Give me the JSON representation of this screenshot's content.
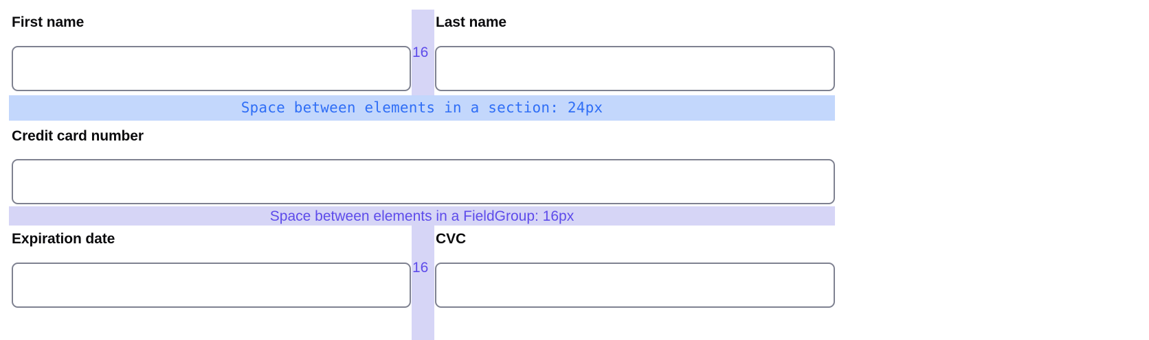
{
  "form": {
    "rows": [
      {
        "id": "name-row",
        "fields": [
          {
            "id": "first-name",
            "label": "First name",
            "value": "",
            "placeholder": ""
          },
          {
            "id": "last-name",
            "label": "Last name",
            "value": "",
            "placeholder": ""
          }
        ],
        "column_gap_label": "16"
      },
      {
        "id": "card-row",
        "fields": [
          {
            "id": "credit-card-number",
            "label": "Credit card number",
            "value": "",
            "placeholder": ""
          }
        ],
        "column_gap_label": ""
      },
      {
        "id": "expiry-row",
        "fields": [
          {
            "id": "expiration-date",
            "label": "Expiration date",
            "value": "",
            "placeholder": ""
          },
          {
            "id": "cvc",
            "label": "CVC",
            "value": "",
            "placeholder": ""
          }
        ],
        "column_gap_label": "16"
      }
    ]
  },
  "annotations": {
    "section_gap": {
      "text": "Space between elements in a section: 24px",
      "value": 24,
      "unit": "px",
      "band_color": "#c3d7fc",
      "text_color": "#2f6ef6"
    },
    "fieldgroup_gap": {
      "text": "Space between elements in a FieldGroup: 16px",
      "value": 16,
      "unit": "px",
      "band_color": "#d6d5f6",
      "text_color": "#5d4bea"
    },
    "column_gap": {
      "label": "16",
      "value": 16,
      "unit": "px",
      "strip_color": "#d6d5f6",
      "text_color": "#5d4bea"
    }
  },
  "theme": {
    "input_border": "#7e8190",
    "label_color": "#0b0b0d",
    "background": "#ffffff"
  }
}
